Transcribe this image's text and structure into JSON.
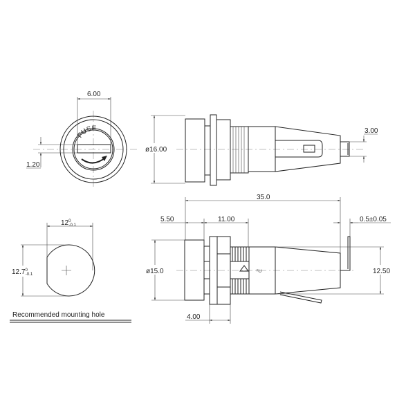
{
  "front_view": {
    "fuse_text": "FUSE",
    "dim_width": "6.00",
    "dim_slot": "1.20"
  },
  "side_view_top": {
    "dim_diameter": "ø16.00",
    "dim_tip": "3.00"
  },
  "side_view_bottom": {
    "dim_total": "35.0",
    "dim_cap": "5.50",
    "dim_thread": "11.00",
    "dim_terminal": "0.5±0.05",
    "dim_diameter": "ø15.0",
    "dim_body": "12.50",
    "dim_flange": "4.00"
  },
  "mounting_hole": {
    "width_value": "12",
    "width_upper": "0",
    "width_lower": "-0.1",
    "height_value": "12.7",
    "height_upper": "0",
    "height_lower": "-0.1",
    "caption": "Recommended mounting hole"
  }
}
